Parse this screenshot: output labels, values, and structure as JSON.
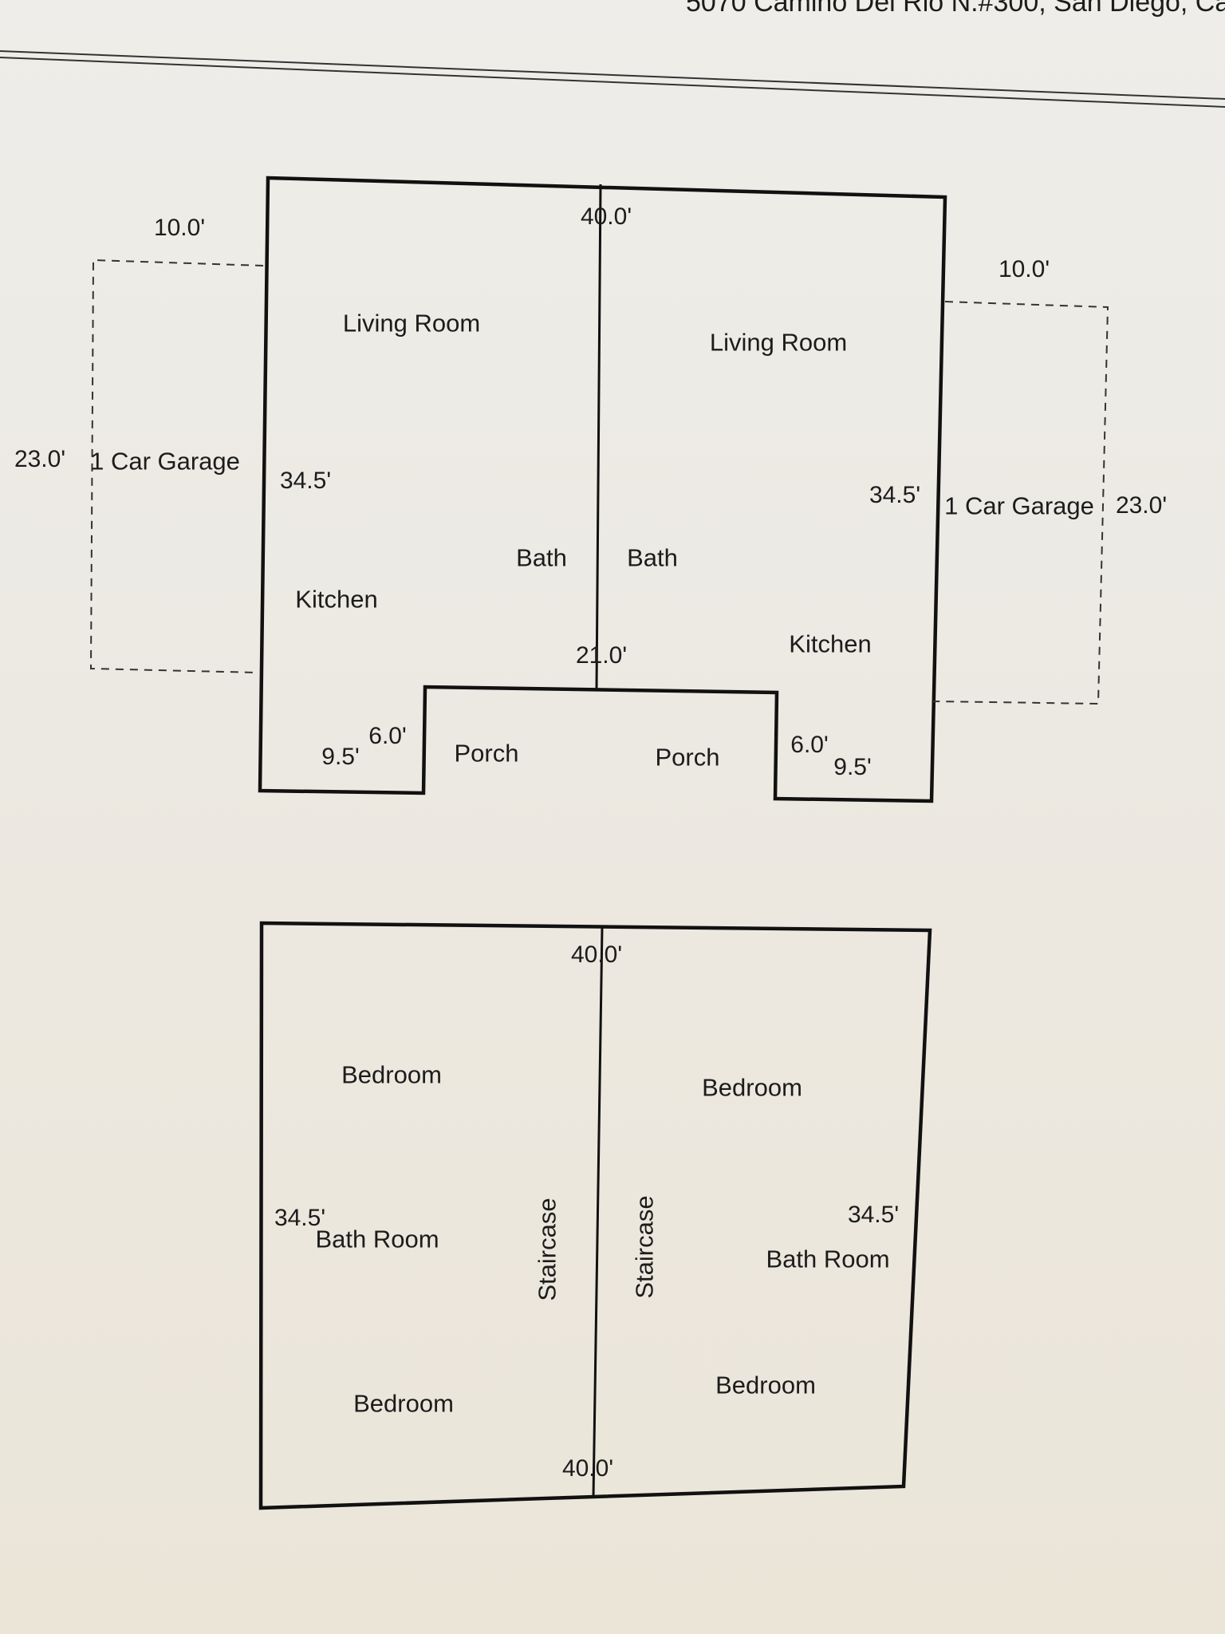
{
  "header": {
    "address": "5070 Camino Del Rio N.#300, San Diego, Ca"
  },
  "first_floor": {
    "left_unit": {
      "living_room": "Living Room",
      "kitchen": "Kitchen",
      "bath": "Bath",
      "porch": "Porch",
      "garage": "1 Car Garage",
      "garage_width": "10.0'",
      "garage_depth": "23.0'",
      "depth": "34.5'",
      "front_width": "9.5'",
      "porch_depth": "6.0'"
    },
    "right_unit": {
      "living_room": "Living Room",
      "kitchen": "Kitchen",
      "bath": "Bath",
      "porch": "Porch",
      "garage": "1 Car Garage",
      "garage_width": "10.0'",
      "garage_depth": "23.0'",
      "depth": "34.5'",
      "front_width": "9.5'",
      "porch_depth": "6.0'"
    },
    "total_width": "40.0'",
    "porch_width": "21.0'"
  },
  "second_floor": {
    "left_unit": {
      "bedroom_top": "Bedroom",
      "bath_room": "Bath Room",
      "bedroom_bottom": "Bedroom",
      "staircase": "Staircase",
      "depth": "34.5'"
    },
    "right_unit": {
      "bedroom_top": "Bedroom",
      "bath_room": "Bath Room",
      "bedroom_bottom": "Bedroom",
      "staircase": "Staircase",
      "depth": "34.5'"
    },
    "top_width": "40.0'",
    "bottom_width": "40.0'"
  }
}
